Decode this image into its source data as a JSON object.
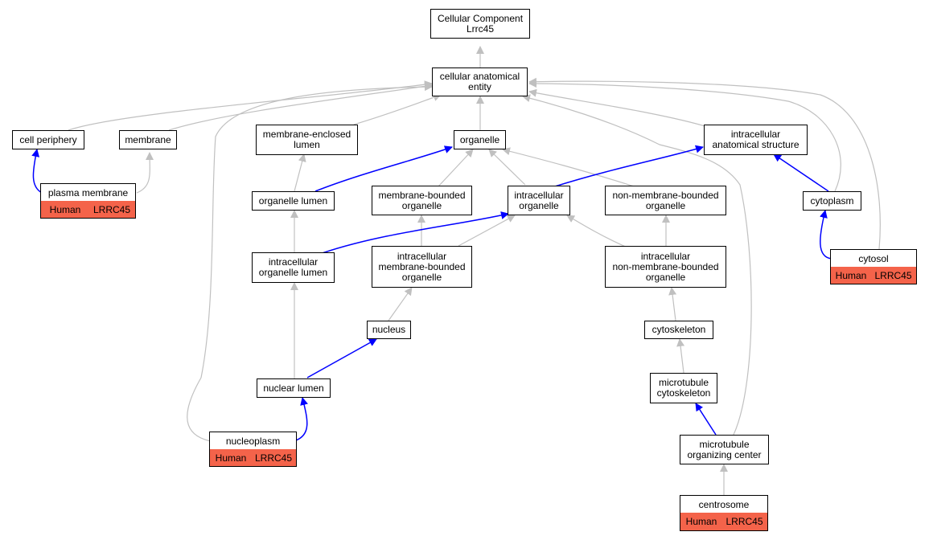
{
  "colors": {
    "is_a_edge": "#c0c0c0",
    "part_of_edge": "#0000ff",
    "annotation_fill": "#f4634a",
    "node_fill": "#ffffff"
  },
  "nodes": {
    "root": "Cellular Component\nLrrc45",
    "cellular_anatomical_entity": "cellular anatomical\nentity",
    "cell_periphery": "cell periphery",
    "membrane": "membrane",
    "membrane_enclosed_lumen": "membrane-enclosed\nlumen",
    "organelle": "organelle",
    "intracellular_anatomical_structure": "intracellular\nanatomical structure",
    "organelle_lumen": "organelle lumen",
    "membrane_bounded_organelle": "membrane-bounded\norganelle",
    "intracellular_organelle": "intracellular\norganelle",
    "non_membrane_bounded_organelle": "non-membrane-bounded\norganelle",
    "cytoplasm": "cytoplasm",
    "intracellular_organelle_lumen": "intracellular\norganelle lumen",
    "intracellular_membrane_bounded_organelle": "intracellular\nmembrane-bounded\norganelle",
    "intracellular_non_membrane_bounded_organelle": "intracellular\nnon-membrane-bounded\norganelle",
    "nucleus": "nucleus",
    "cytoskeleton": "cytoskeleton",
    "nuclear_lumen": "nuclear lumen",
    "microtubule_cytoskeleton": "microtubule\ncytoskeleton",
    "microtubule_organizing_center": "microtubule\norganizing center"
  },
  "annotated": {
    "plasma_membrane": {
      "name": "plasma membrane",
      "species": "Human",
      "gene": "LRRC45"
    },
    "cytosol": {
      "name": "cytosol",
      "species": "Human",
      "gene": "LRRC45"
    },
    "nucleoplasm": {
      "name": "nucleoplasm",
      "species": "Human",
      "gene": "LRRC45"
    },
    "centrosome": {
      "name": "centrosome",
      "species": "Human",
      "gene": "LRRC45"
    }
  }
}
